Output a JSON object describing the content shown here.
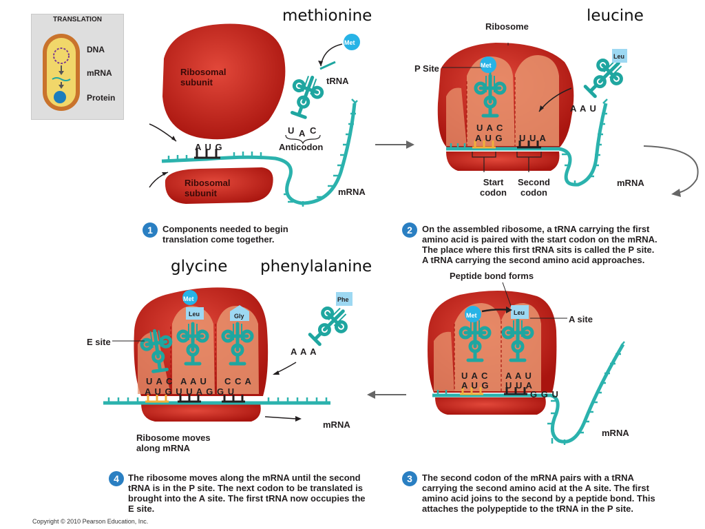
{
  "headings": {
    "methionine": "methionine",
    "leucine": "leucine",
    "glycine": "glycine",
    "phenylalanine": "phenylalanine"
  },
  "legend": {
    "title": "TRANSLATION",
    "items": [
      "DNA",
      "mRNA",
      "Protein"
    ]
  },
  "panel1": {
    "top_subunit": "Ribosomal\nsubunit",
    "bottom_subunit": "Ribosomal\nsubunit",
    "trna": "tRNA",
    "anticodon": "Anticodon",
    "codon": "A U G",
    "anticodon_bases": [
      "U",
      "A",
      "C"
    ],
    "mrna": "mRNA",
    "amino": "Met"
  },
  "panel2": {
    "ribosome": "Ribosome",
    "p_site": "P Site",
    "start_codon": "Start\ncodon",
    "second_codon": "Second\ncodon",
    "mrna": "mRNA",
    "amino_p": "Met",
    "amino_incoming": "Leu",
    "codon1": "A U G",
    "codon2": "U U A",
    "anticodon1": "U A C",
    "anticodon_incoming": "A A U"
  },
  "panel3": {
    "peptide_bond": "Peptide bond forms",
    "a_site": "A site",
    "mrna": "mRNA",
    "amino1": "Met",
    "amino2": "Leu",
    "codon1": "A U G",
    "codon2": "U U A",
    "anticodon1": "U A C",
    "anticodon2": "A A U",
    "next_bases": "G G U"
  },
  "panel4": {
    "e_site": "E site",
    "mrna": "mRNA",
    "moves": "Ribosome moves\nalong mRNA",
    "amino1": "Met",
    "amino2": "Leu",
    "amino3": "Gly",
    "amino_incoming": "Phe",
    "codons": "A U G U U A G G U",
    "anticodons": [
      "U A C",
      "A A U",
      "C C A"
    ],
    "incoming_anticodon": "A A A"
  },
  "steps": [
    {
      "num": "1",
      "text": "Components needed to begin\ntranslation come together."
    },
    {
      "num": "2",
      "text": "On the assembled ribosome, a tRNA carrying the first\namino acid is paired with the start codon on the mRNA.\nThe place where this first tRNA sits is called the P site.\nA tRNA carrying the second amino acid approaches."
    },
    {
      "num": "3",
      "text": "The second codon of the mRNA pairs with a tRNA\ncarrying the second amino acid at the A site. The first\namino acid joins to the second by a peptide bond. This\nattaches the polypeptide to the tRNA in the P site."
    },
    {
      "num": "4",
      "text": "The ribosome moves along the mRNA until the second\ntRNA is in the P site. The next codon to be translated is\nbrought into the A site. The first tRNA now occupies the\nE site."
    }
  ],
  "copyright": "Copyright © 2010 Pearson Education, Inc.",
  "colors": {
    "ribosome": "#c8231b",
    "ribosome_light": "#e89a7a",
    "trna": "#1fa6a0",
    "mrna": "#2bb2ad",
    "amino": "#27b3e6",
    "step_badge": "#2a7fc2"
  }
}
